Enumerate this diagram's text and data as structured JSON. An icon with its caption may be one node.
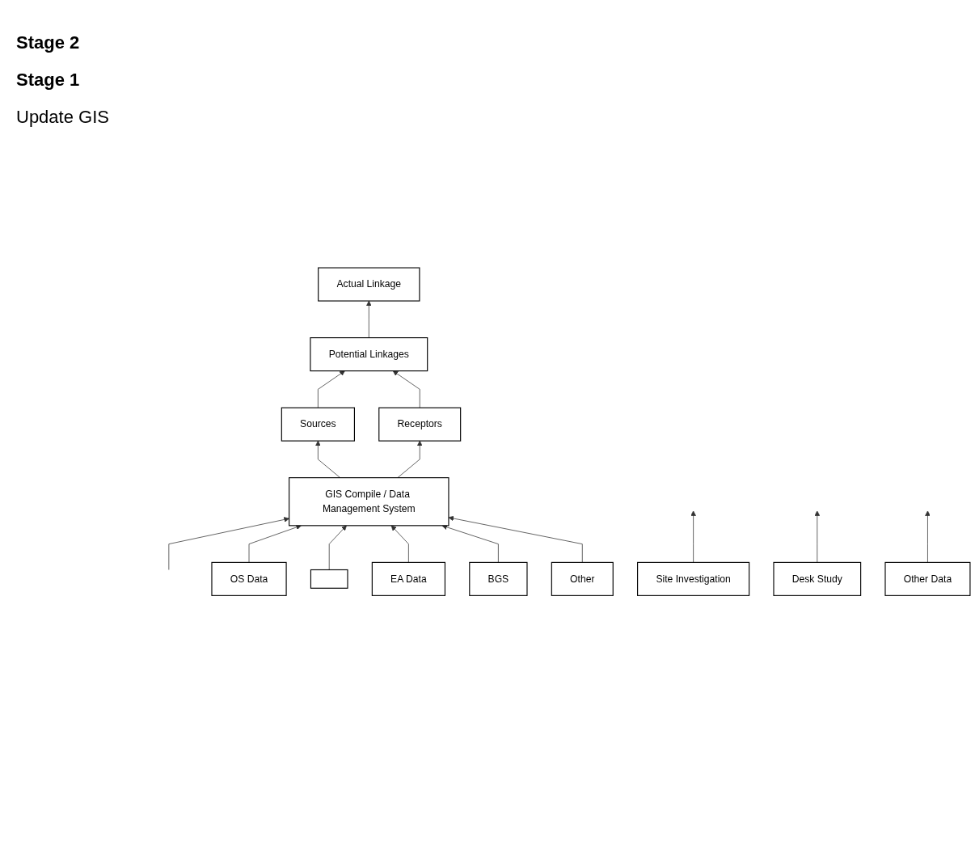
{
  "diagram": {
    "nodes": [
      {
        "text": [
          "Site Investigation"
        ]
      },
      {
        "text": [
          "Actual Linkage"
        ]
      },
      {
        "text": [
          "Desk Study"
        ]
      },
      {
        "text": [
          "Other Data"
        ]
      },
      {
        "text": [
          "Potential Linkages"
        ]
      },
      {
        "text": [
          "Sources"
        ]
      },
      {
        "text": [
          "Receptors"
        ]
      },
      {
        "text": [
          "GIS Compile / Data Management System"
        ]
      },
      {
        "text": [
          "OS Data"
        ]
      },
      {
        "text": [],
        "shape": "box"
      },
      {
        "text": [
          "EA Data"
        ]
      },
      {
        "text": [
          "BGS"
        ]
      },
      {
        "text": [
          "Other"
        ]
      }
    ],
    "edges": [
      {
        "from": 0,
        "to": null,
        "arrow": "to"
      },
      {
        "from": 4,
        "to": 1,
        "arrow": "to"
      },
      {
        "from": 2,
        "to": null,
        "arrow": "to"
      },
      {
        "from": 3,
        "to": null,
        "arrow": "to"
      },
      {
        "from": 5,
        "to": 4,
        "arrow": "to"
      },
      {
        "from": 6,
        "to": 4,
        "arrow": "to"
      },
      {
        "from": 7,
        "to": 5,
        "arrow": "to"
      },
      {
        "from": 7,
        "to": 6,
        "arrow": "to"
      },
      {
        "from": null,
        "to": 7,
        "arrow": "to"
      },
      {
        "from": 8,
        "to": 7,
        "arrow": "to"
      },
      {
        "from": 9,
        "to": 7,
        "arrow": "to"
      },
      {
        "from": 10,
        "to": 7,
        "arrow": "to"
      },
      {
        "from": 11,
        "to": 7,
        "arrow": "to"
      },
      {
        "from": 12,
        "to": 7,
        "arrow": "to"
      }
    ],
    "labels": [
      "Stage 2",
      "Stage 1",
      "Update GIS"
    ]
  }
}
